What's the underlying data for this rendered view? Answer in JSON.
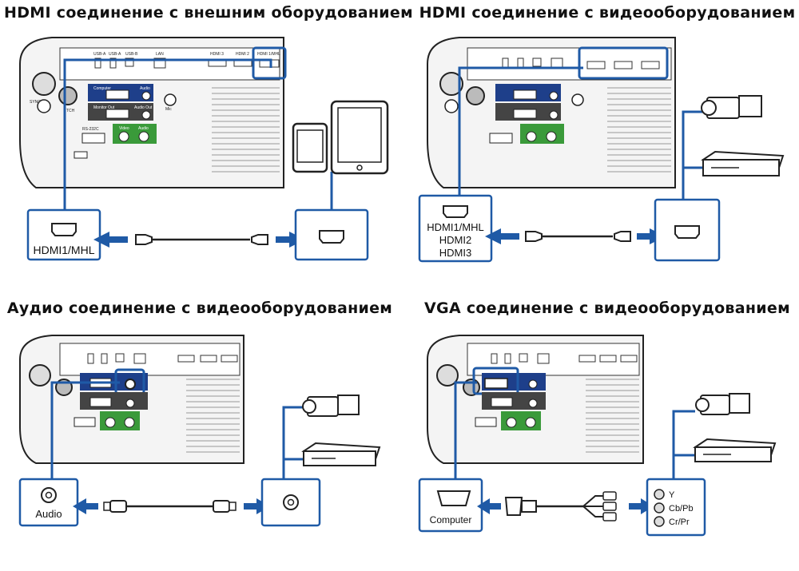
{
  "panels": [
    {
      "title": "HDMI соединение с внешним оборудованием",
      "port_label": "HDMI1/MHL"
    },
    {
      "title": "HDMI соединение с видеооборудованием",
      "port_labels": [
        "HDMI1/MHL",
        "HDMI2",
        "HDMI3"
      ]
    },
    {
      "title": "Аудио соединение с видеооборудованием",
      "port_label": "Audio"
    },
    {
      "title": "VGA соединение с видеооборудованием",
      "port_label": "Computer",
      "component_labels": [
        "Y",
        "Cb/Pb",
        "Cr/Pr"
      ]
    }
  ],
  "projector": {
    "top_ports": [
      "USB-A",
      "USB-A",
      "USB-B",
      "LAN",
      "HDMI 3",
      "HDMI 2",
      "HDMI 1/MHL"
    ],
    "blocks": [
      "Computer",
      "Audio",
      "Monitor Out",
      "Audio Out",
      "Video",
      "Audio"
    ],
    "side_labels": [
      "Mic",
      "RS-232C",
      "TCH",
      "SYNC"
    ]
  },
  "colors": {
    "highlight": "#1f5aa6",
    "arrow": "#1f5aa6",
    "computer_block": "#1e3f8a",
    "monitor_block": "#444444",
    "video_block": "#3a9a3a"
  }
}
